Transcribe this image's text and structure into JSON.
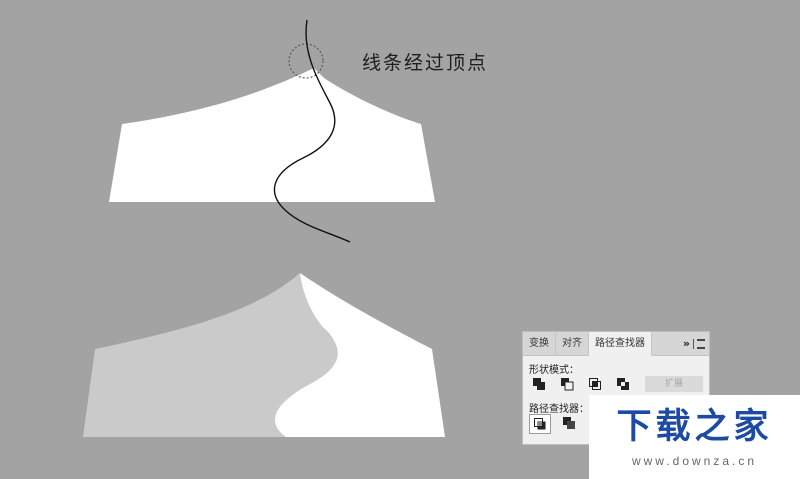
{
  "annotation": "线条经过顶点",
  "panel": {
    "tabs": [
      {
        "label": "变换",
        "active": false
      },
      {
        "label": "对齐",
        "active": false
      },
      {
        "label": "路径查找器",
        "active": true
      }
    ],
    "collapse_label": "»",
    "shape_modes_label": "形状模式：",
    "expand_label": "扩展",
    "pathfinders_label": "路径查找器："
  },
  "watermark": {
    "title": "下载之家",
    "url": "www.downza.cn"
  },
  "colors": {
    "background": "#a3a3a3",
    "shape_white": "#ffffff",
    "shape_light_gray": "#c8c8c8",
    "watermark_blue": "#1d4aa3"
  },
  "icons": {
    "shape_modes": [
      "unite-icon",
      "minus-front-icon",
      "intersect-icon",
      "exclude-icon"
    ],
    "pathfinders": [
      "divide-icon",
      "trim-icon"
    ]
  }
}
